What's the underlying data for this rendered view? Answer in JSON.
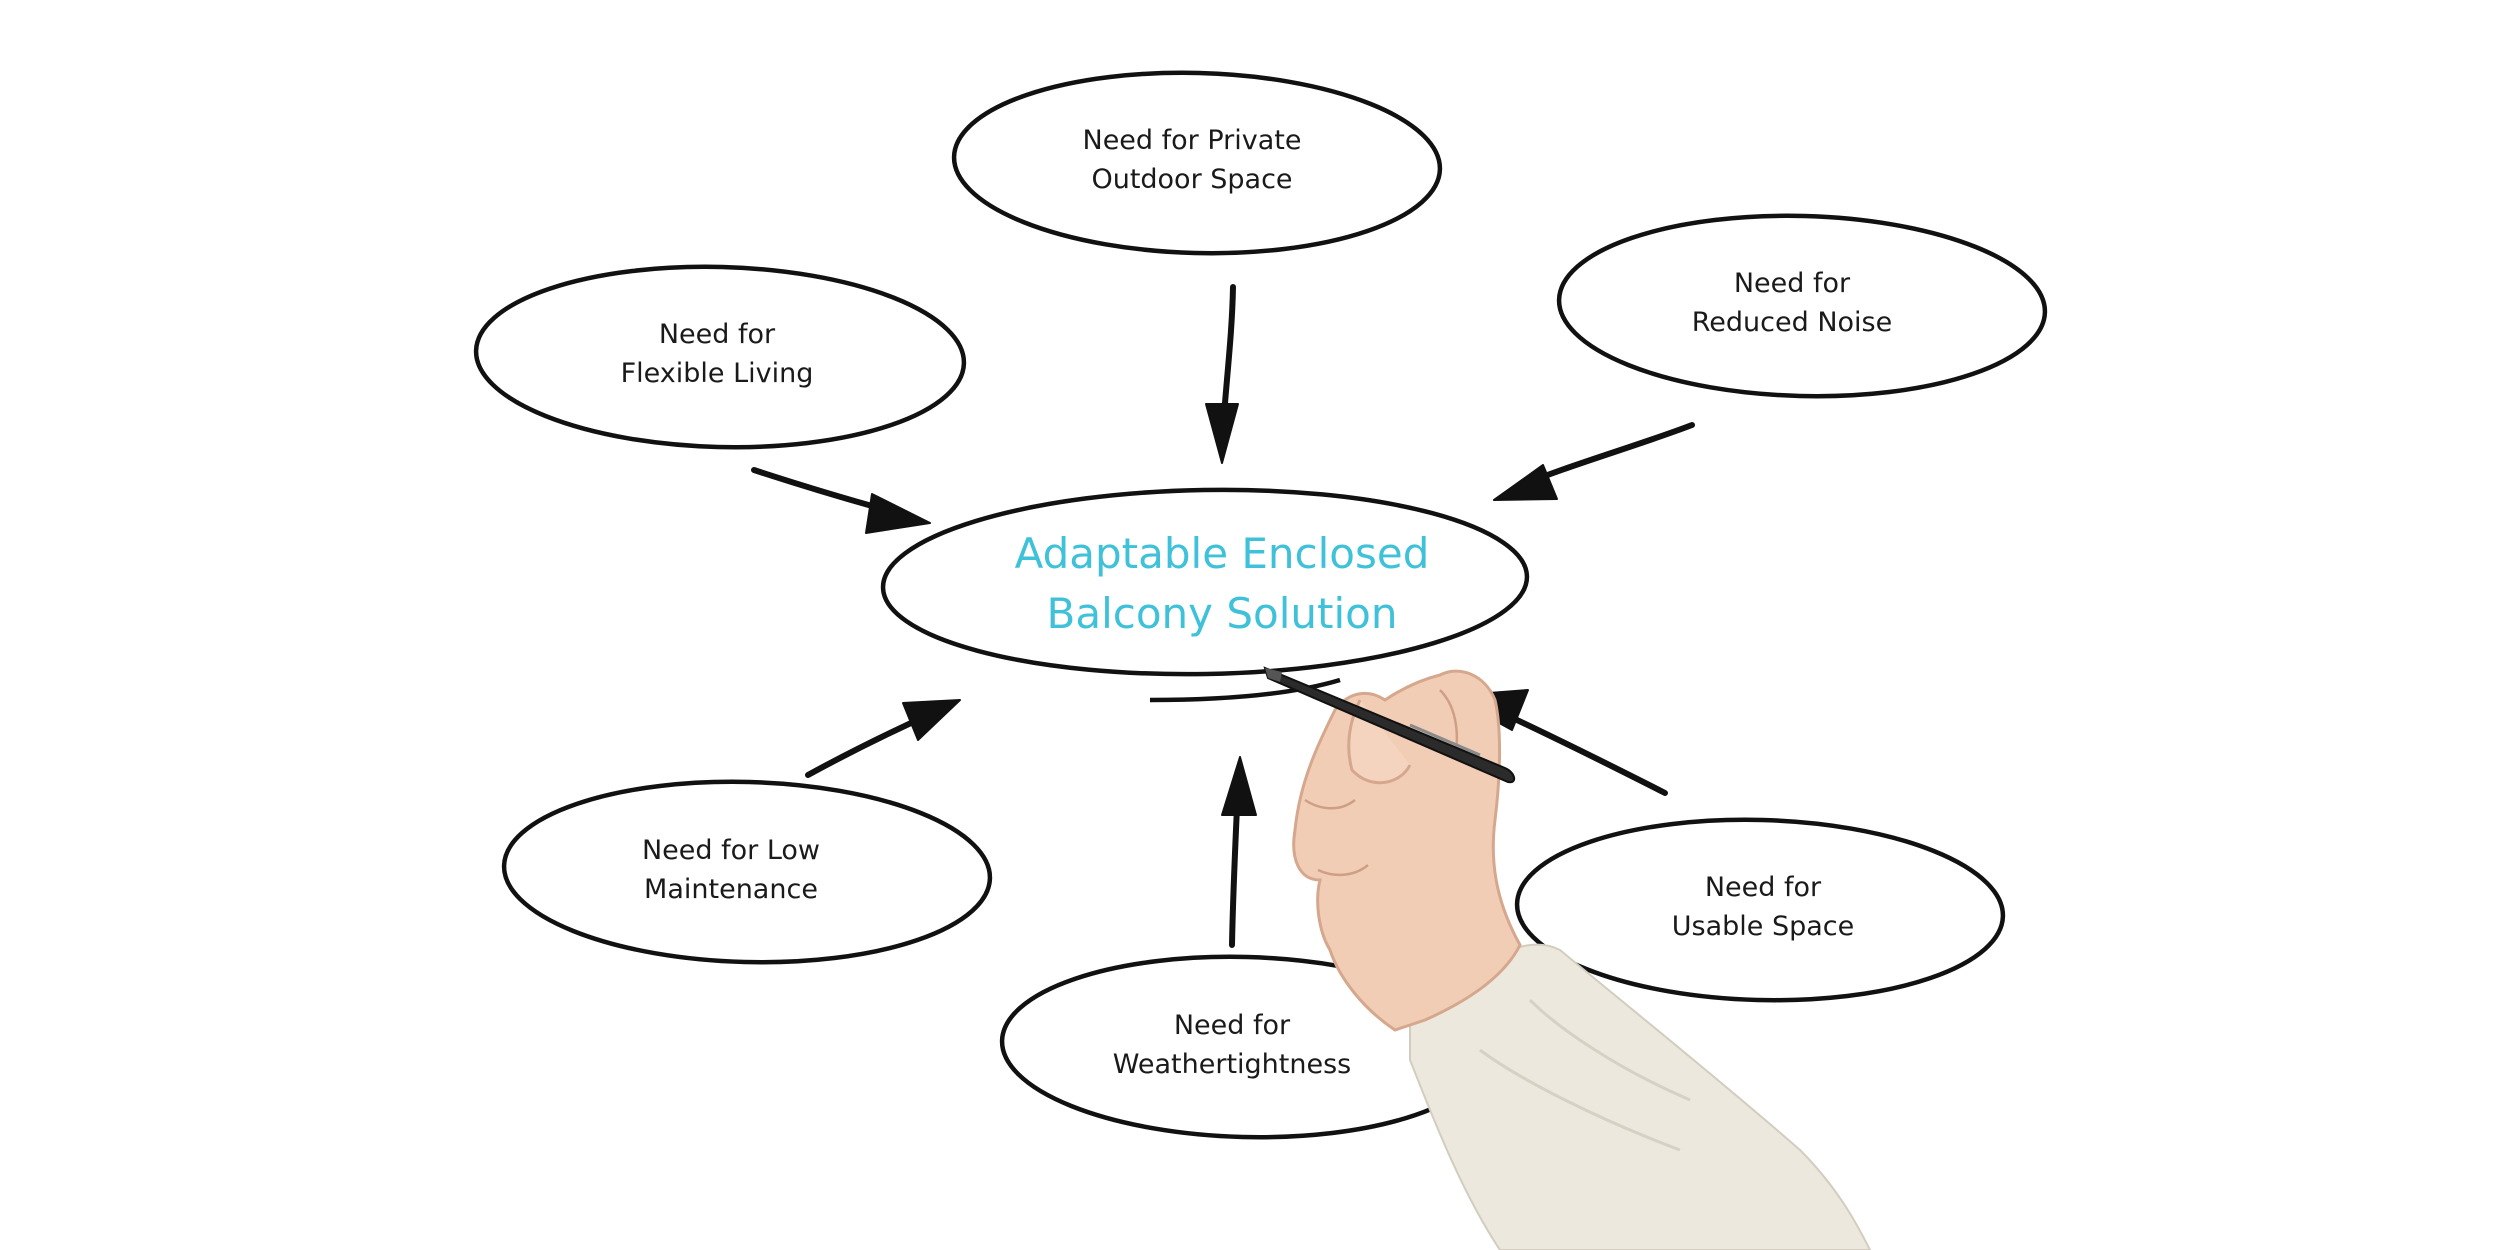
{
  "diagram": {
    "center": {
      "lines": [
        "Adaptable Enclosed",
        "Balcony Solution"
      ],
      "color": "#3ec1d9"
    },
    "nodes": [
      {
        "id": "private-outdoor-space",
        "lines": [
          "Need for Private",
          "Outdoor Space"
        ]
      },
      {
        "id": "flexible-living",
        "lines": [
          "Need for",
          "Flexible Living"
        ]
      },
      {
        "id": "reduced-noise",
        "lines": [
          "Need for",
          "Reduced Noise"
        ]
      },
      {
        "id": "low-maintenance",
        "lines": [
          "Need for Low",
          "Maintenance"
        ]
      },
      {
        "id": "weathertightness",
        "lines": [
          "Need for",
          "Weathertightness"
        ]
      },
      {
        "id": "usable-space",
        "lines": [
          "Need for",
          "Usable Space"
        ]
      }
    ],
    "edges": [
      {
        "from": "private-outdoor-space",
        "to": "center"
      },
      {
        "from": "flexible-living",
        "to": "center"
      },
      {
        "from": "reduced-noise",
        "to": "center"
      },
      {
        "from": "low-maintenance",
        "to": "center"
      },
      {
        "from": "weathertightness",
        "to": "center"
      },
      {
        "from": "usable-space",
        "to": "center"
      }
    ]
  },
  "icons": {
    "hand": "hand-with-pen-icon"
  }
}
